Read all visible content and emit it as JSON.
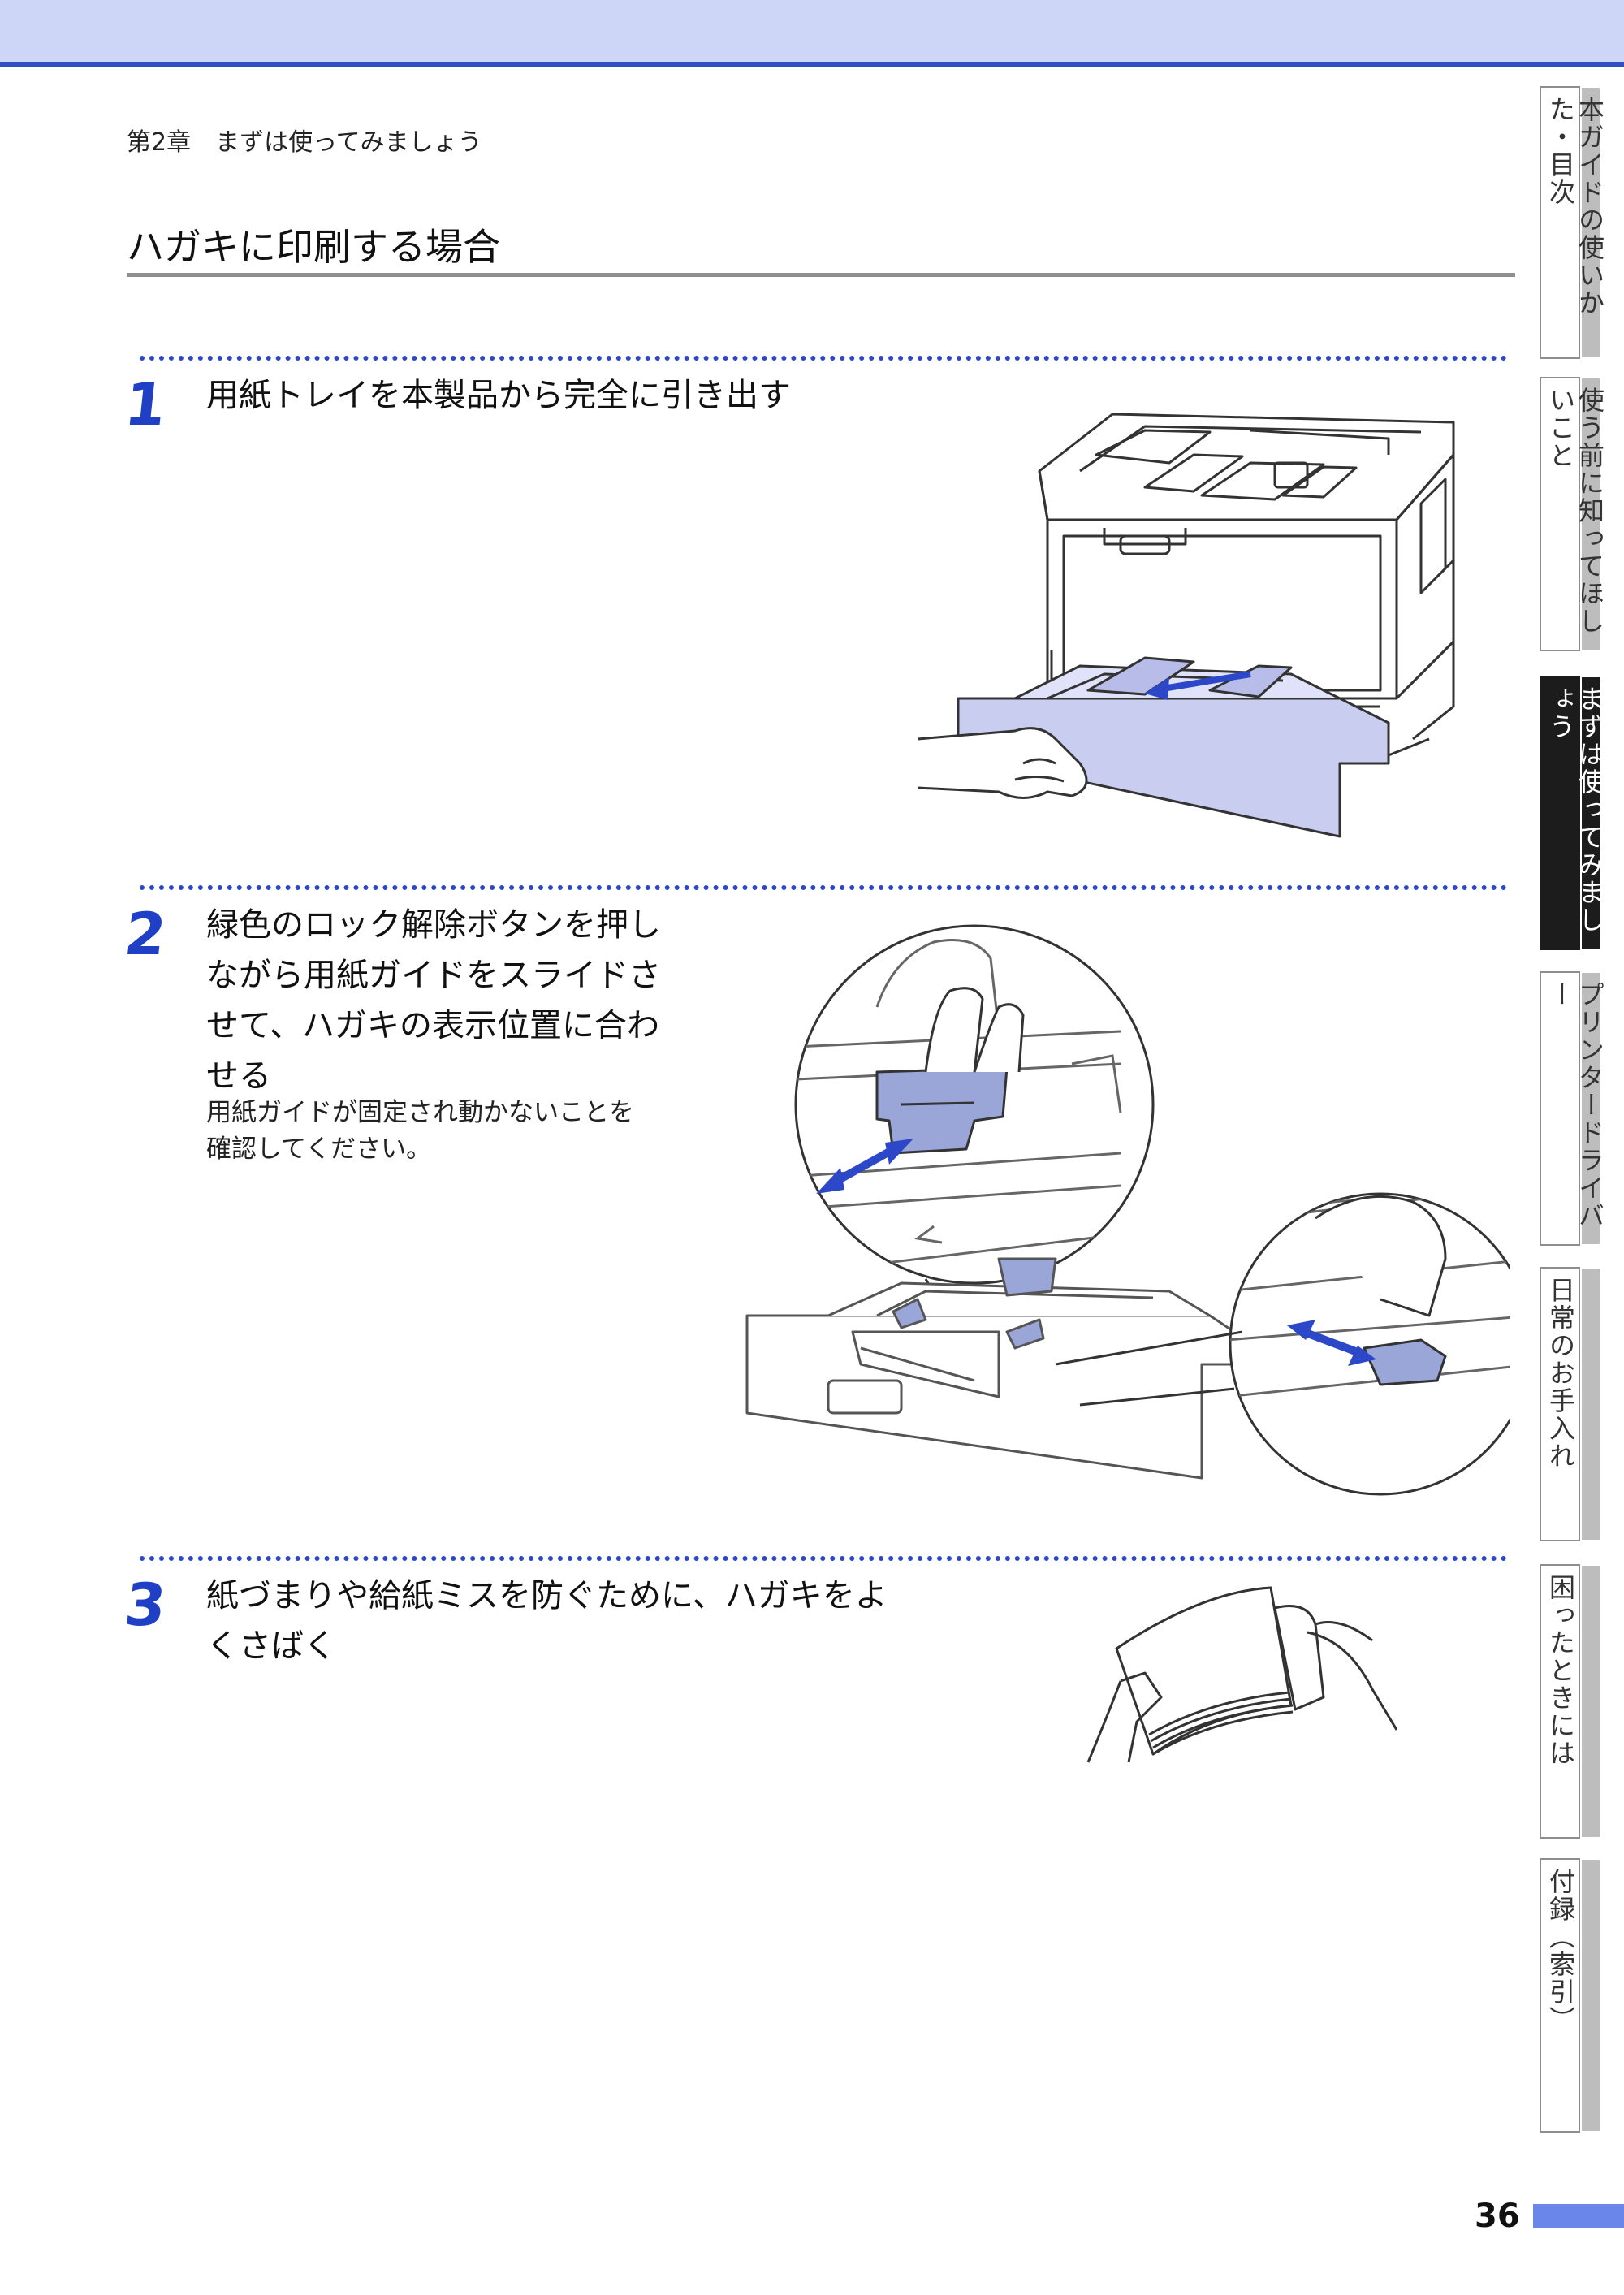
{
  "breadcrumb": "第2章　まずは使ってみましょう",
  "page_title": "ハガキに印刷する場合",
  "steps": [
    {
      "number": "1",
      "lines": [
        "用紙トレイを本製品から完全に引き出す"
      ]
    },
    {
      "number": "2",
      "lines": [
        "緑色のロック解除ボタンを押し",
        "ながら用紙ガイドをスライドさ",
        "せて、ハガキの表示位置に合わ",
        "せる"
      ],
      "sub": [
        "用紙ガイドが固定され動かないことを",
        "確認してください。"
      ]
    },
    {
      "number": "3",
      "lines": [
        "紙づまりや給紙ミスを防ぐために、ハガキをよ",
        "くさばく"
      ]
    }
  ],
  "sidebar": {
    "tabs": [
      {
        "label": "本ガイドの使いかた・目次",
        "active": false
      },
      {
        "label": "使う前に知ってほしいこと",
        "active": false
      },
      {
        "label": "まずは使ってみましょう",
        "active": true
      },
      {
        "label": "プリンタードライバー",
        "active": false
      },
      {
        "label": "日常のお手入れ",
        "active": false
      },
      {
        "label": "困ったときには",
        "active": false
      },
      {
        "label": "付録（索引）",
        "active": false
      }
    ]
  },
  "page_number": "36",
  "colors": {
    "accent": "#2c48c9",
    "topbar": "#cdd6f7",
    "tray": "#c9cdf0",
    "guide": "#9aa6d8"
  },
  "illustrations": [
    "printer-tray-pull-out",
    "paper-guide-slide",
    "paper-fan"
  ]
}
